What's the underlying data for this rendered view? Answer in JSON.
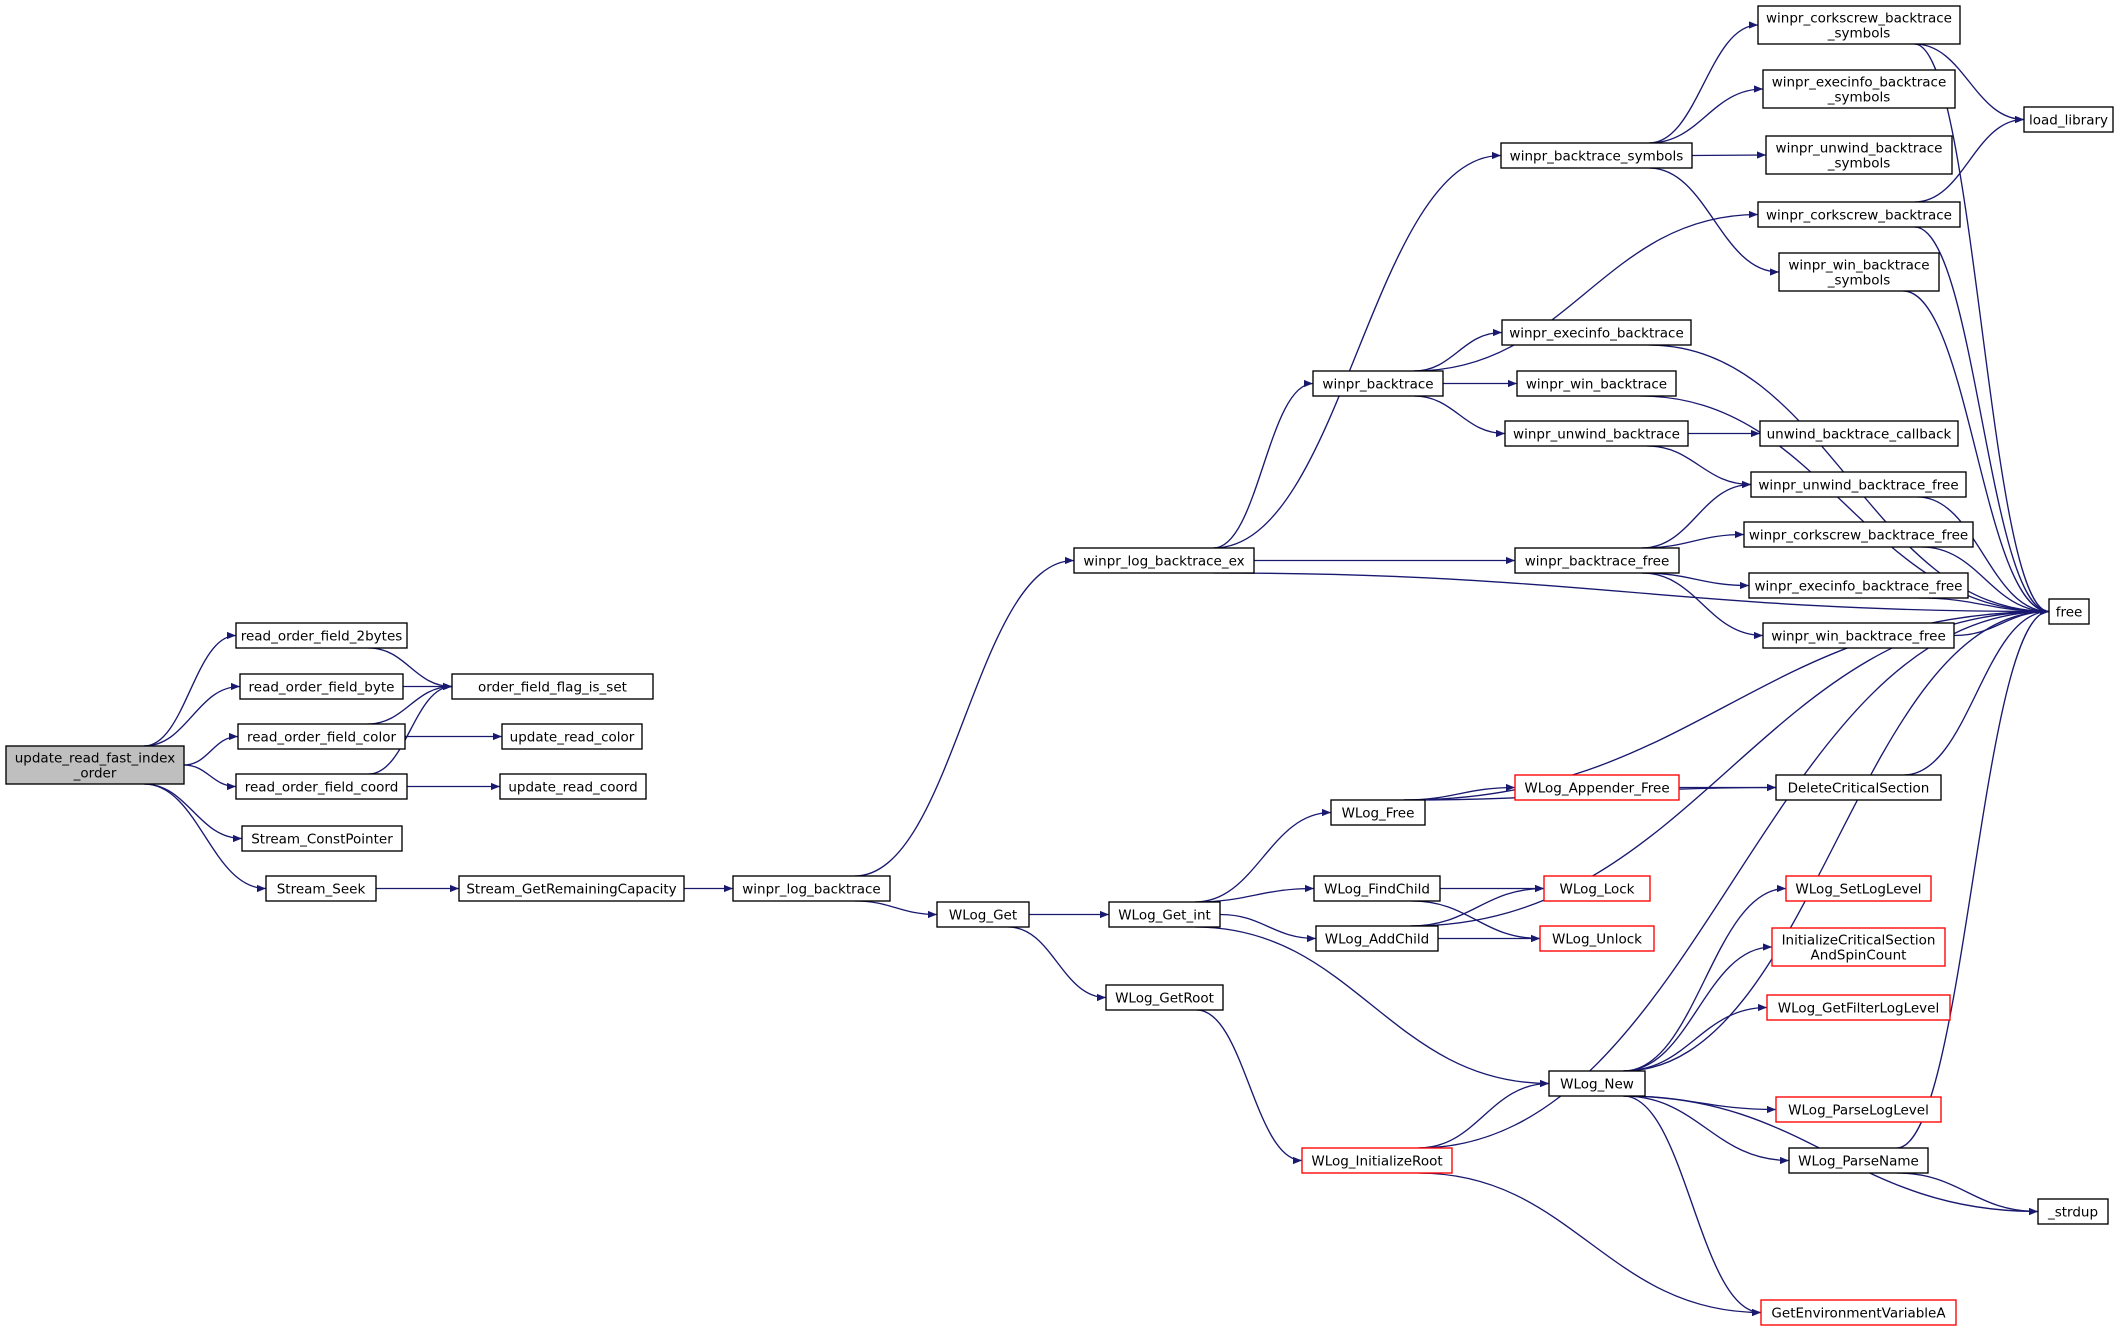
{
  "colors": {
    "edge": "#191970",
    "node_border": "#000000",
    "truncated_border": "#ff0000",
    "root_fill": "#bfbfbf",
    "background": "#ffffff"
  },
  "nodes": [
    {
      "id": "update_read_fast_index_order",
      "lines": [
        "update_read_fast_index",
        "_order"
      ],
      "style": "root"
    },
    {
      "id": "read_order_field_2bytes",
      "lines": [
        "read_order_field_2bytes"
      ],
      "style": "normal"
    },
    {
      "id": "read_order_field_byte",
      "lines": [
        "read_order_field_byte"
      ],
      "style": "normal"
    },
    {
      "id": "read_order_field_color",
      "lines": [
        "read_order_field_color"
      ],
      "style": "normal"
    },
    {
      "id": "read_order_field_coord",
      "lines": [
        "read_order_field_coord"
      ],
      "style": "normal"
    },
    {
      "id": "Stream_ConstPointer",
      "lines": [
        "Stream_ConstPointer"
      ],
      "style": "normal"
    },
    {
      "id": "Stream_Seek",
      "lines": [
        "Stream_Seek"
      ],
      "style": "normal"
    },
    {
      "id": "order_field_flag_is_set",
      "lines": [
        "order_field_flag_is_set"
      ],
      "style": "normal"
    },
    {
      "id": "update_read_color",
      "lines": [
        "update_read_color"
      ],
      "style": "normal"
    },
    {
      "id": "update_read_coord",
      "lines": [
        "update_read_coord"
      ],
      "style": "normal"
    },
    {
      "id": "Stream_GetRemainingCapacity",
      "lines": [
        "Stream_GetRemainingCapacity"
      ],
      "style": "normal"
    },
    {
      "id": "winpr_log_backtrace",
      "lines": [
        "winpr_log_backtrace"
      ],
      "style": "normal"
    },
    {
      "id": "winpr_log_backtrace_ex",
      "lines": [
        "winpr_log_backtrace_ex"
      ],
      "style": "normal"
    },
    {
      "id": "WLog_Get",
      "lines": [
        "WLog_Get"
      ],
      "style": "normal"
    },
    {
      "id": "WLog_Get_int",
      "lines": [
        "WLog_Get_int"
      ],
      "style": "normal"
    },
    {
      "id": "WLog_GetRoot",
      "lines": [
        "WLog_GetRoot"
      ],
      "style": "normal"
    },
    {
      "id": "winpr_backtrace",
      "lines": [
        "winpr_backtrace"
      ],
      "style": "normal"
    },
    {
      "id": "WLog_Free",
      "lines": [
        "WLog_Free"
      ],
      "style": "normal"
    },
    {
      "id": "WLog_FindChild",
      "lines": [
        "WLog_FindChild"
      ],
      "style": "normal"
    },
    {
      "id": "WLog_AddChild",
      "lines": [
        "WLog_AddChild"
      ],
      "style": "normal"
    },
    {
      "id": "WLog_InitializeRoot",
      "lines": [
        "WLog_InitializeRoot"
      ],
      "style": "red"
    },
    {
      "id": "winpr_backtrace_symbols",
      "lines": [
        "winpr_backtrace_symbols"
      ],
      "style": "normal"
    },
    {
      "id": "winpr_execinfo_backtrace",
      "lines": [
        "winpr_execinfo_backtrace"
      ],
      "style": "normal"
    },
    {
      "id": "winpr_win_backtrace",
      "lines": [
        "winpr_win_backtrace"
      ],
      "style": "normal"
    },
    {
      "id": "winpr_unwind_backtrace",
      "lines": [
        "winpr_unwind_backtrace"
      ],
      "style": "normal"
    },
    {
      "id": "winpr_backtrace_free",
      "lines": [
        "winpr_backtrace_free"
      ],
      "style": "normal"
    },
    {
      "id": "WLog_Appender_Free",
      "lines": [
        "WLog_Appender_Free"
      ],
      "style": "red"
    },
    {
      "id": "WLog_Lock",
      "lines": [
        "WLog_Lock"
      ],
      "style": "red"
    },
    {
      "id": "WLog_Unlock",
      "lines": [
        "WLog_Unlock"
      ],
      "style": "red"
    },
    {
      "id": "WLog_New",
      "lines": [
        "WLog_New"
      ],
      "style": "normal"
    },
    {
      "id": "winpr_corkscrew_backtrace_symbols",
      "lines": [
        "winpr_corkscrew_backtrace",
        "_symbols"
      ],
      "style": "normal"
    },
    {
      "id": "winpr_execinfo_backtrace_symbols",
      "lines": [
        "winpr_execinfo_backtrace",
        "_symbols"
      ],
      "style": "normal"
    },
    {
      "id": "winpr_unwind_backtrace_symbols",
      "lines": [
        "winpr_unwind_backtrace",
        "_symbols"
      ],
      "style": "normal"
    },
    {
      "id": "winpr_corkscrew_backtrace",
      "lines": [
        "winpr_corkscrew_backtrace"
      ],
      "style": "normal"
    },
    {
      "id": "winpr_win_backtrace_symbols",
      "lines": [
        "winpr_win_backtrace",
        "_symbols"
      ],
      "style": "normal"
    },
    {
      "id": "unwind_backtrace_callback",
      "lines": [
        "unwind_backtrace_callback"
      ],
      "style": "normal"
    },
    {
      "id": "winpr_unwind_backtrace_free",
      "lines": [
        "winpr_unwind_backtrace_free"
      ],
      "style": "normal"
    },
    {
      "id": "winpr_corkscrew_backtrace_free",
      "lines": [
        "winpr_corkscrew_backtrace_free"
      ],
      "style": "normal"
    },
    {
      "id": "winpr_execinfo_backtrace_free",
      "lines": [
        "winpr_execinfo_backtrace_free"
      ],
      "style": "normal"
    },
    {
      "id": "winpr_win_backtrace_free",
      "lines": [
        "winpr_win_backtrace_free"
      ],
      "style": "normal"
    },
    {
      "id": "DeleteCriticalSection",
      "lines": [
        "DeleteCriticalSection"
      ],
      "style": "normal"
    },
    {
      "id": "WLog_SetLogLevel",
      "lines": [
        "WLog_SetLogLevel"
      ],
      "style": "red"
    },
    {
      "id": "InitializeCriticalSectionAndSpinCount",
      "lines": [
        "InitializeCriticalSection",
        "AndSpinCount"
      ],
      "style": "red"
    },
    {
      "id": "WLog_GetFilterLogLevel",
      "lines": [
        "WLog_GetFilterLogLevel"
      ],
      "style": "red"
    },
    {
      "id": "WLog_ParseLogLevel",
      "lines": [
        "WLog_ParseLogLevel"
      ],
      "style": "red"
    },
    {
      "id": "WLog_ParseName",
      "lines": [
        "WLog_ParseName"
      ],
      "style": "normal"
    },
    {
      "id": "GetEnvironmentVariableA",
      "lines": [
        "GetEnvironmentVariableA"
      ],
      "style": "red"
    },
    {
      "id": "load_library",
      "lines": [
        "load_library"
      ],
      "style": "normal"
    },
    {
      "id": "free",
      "lines": [
        "free"
      ],
      "style": "normal"
    },
    {
      "id": "_strdup",
      "lines": [
        "_strdup"
      ],
      "style": "normal"
    }
  ],
  "edges": [
    [
      "update_read_fast_index_order",
      "read_order_field_2bytes"
    ],
    [
      "update_read_fast_index_order",
      "read_order_field_byte"
    ],
    [
      "update_read_fast_index_order",
      "read_order_field_color"
    ],
    [
      "update_read_fast_index_order",
      "read_order_field_coord"
    ],
    [
      "update_read_fast_index_order",
      "Stream_ConstPointer"
    ],
    [
      "update_read_fast_index_order",
      "Stream_Seek"
    ],
    [
      "read_order_field_2bytes",
      "order_field_flag_is_set"
    ],
    [
      "read_order_field_byte",
      "order_field_flag_is_set"
    ],
    [
      "read_order_field_color",
      "order_field_flag_is_set"
    ],
    [
      "read_order_field_color",
      "update_read_color"
    ],
    [
      "read_order_field_coord",
      "order_field_flag_is_set"
    ],
    [
      "read_order_field_coord",
      "update_read_coord"
    ],
    [
      "Stream_Seek",
      "Stream_GetRemainingCapacity"
    ],
    [
      "Stream_GetRemainingCapacity",
      "winpr_log_backtrace"
    ],
    [
      "winpr_log_backtrace",
      "winpr_log_backtrace_ex"
    ],
    [
      "winpr_log_backtrace",
      "WLog_Get"
    ],
    [
      "winpr_log_backtrace_ex",
      "winpr_backtrace_symbols"
    ],
    [
      "winpr_log_backtrace_ex",
      "winpr_backtrace"
    ],
    [
      "winpr_log_backtrace_ex",
      "winpr_backtrace_free"
    ],
    [
      "winpr_log_backtrace_ex",
      "free"
    ],
    [
      "winpr_backtrace_symbols",
      "winpr_corkscrew_backtrace_symbols"
    ],
    [
      "winpr_backtrace_symbols",
      "winpr_execinfo_backtrace_symbols"
    ],
    [
      "winpr_backtrace_symbols",
      "winpr_unwind_backtrace_symbols"
    ],
    [
      "winpr_backtrace_symbols",
      "winpr_win_backtrace_symbols"
    ],
    [
      "winpr_corkscrew_backtrace_symbols",
      "load_library"
    ],
    [
      "winpr_corkscrew_backtrace_symbols",
      "free"
    ],
    [
      "winpr_backtrace",
      "winpr_corkscrew_backtrace"
    ],
    [
      "winpr_backtrace",
      "winpr_execinfo_backtrace"
    ],
    [
      "winpr_backtrace",
      "winpr_win_backtrace"
    ],
    [
      "winpr_backtrace",
      "winpr_unwind_backtrace"
    ],
    [
      "winpr_corkscrew_backtrace",
      "load_library"
    ],
    [
      "winpr_corkscrew_backtrace",
      "free"
    ],
    [
      "winpr_win_backtrace_symbols",
      "free"
    ],
    [
      "winpr_execinfo_backtrace",
      "free"
    ],
    [
      "winpr_win_backtrace",
      "free"
    ],
    [
      "winpr_unwind_backtrace",
      "unwind_backtrace_callback"
    ],
    [
      "winpr_unwind_backtrace",
      "winpr_unwind_backtrace_free"
    ],
    [
      "winpr_backtrace_free",
      "winpr_unwind_backtrace_free"
    ],
    [
      "winpr_backtrace_free",
      "winpr_corkscrew_backtrace_free"
    ],
    [
      "winpr_backtrace_free",
      "winpr_execinfo_backtrace_free"
    ],
    [
      "winpr_backtrace_free",
      "winpr_win_backtrace_free"
    ],
    [
      "winpr_unwind_backtrace_free",
      "free"
    ],
    [
      "winpr_corkscrew_backtrace_free",
      "free"
    ],
    [
      "winpr_execinfo_backtrace_free",
      "free"
    ],
    [
      "winpr_win_backtrace_free",
      "free"
    ],
    [
      "WLog_Get",
      "WLog_Get_int"
    ],
    [
      "WLog_Get",
      "WLog_GetRoot"
    ],
    [
      "WLog_Get_int",
      "WLog_Free"
    ],
    [
      "WLog_Get_int",
      "WLog_FindChild"
    ],
    [
      "WLog_Get_int",
      "WLog_AddChild"
    ],
    [
      "WLog_Get_int",
      "WLog_New"
    ],
    [
      "WLog_Free",
      "free"
    ],
    [
      "WLog_Free",
      "WLog_Appender_Free"
    ],
    [
      "WLog_Free",
      "DeleteCriticalSection"
    ],
    [
      "WLog_Appender_Free",
      "DeleteCriticalSection"
    ],
    [
      "DeleteCriticalSection",
      "free"
    ],
    [
      "WLog_FindChild",
      "WLog_Lock"
    ],
    [
      "WLog_FindChild",
      "WLog_Unlock"
    ],
    [
      "WLog_AddChild",
      "WLog_Lock"
    ],
    [
      "WLog_AddChild",
      "WLog_Unlock"
    ],
    [
      "WLog_AddChild",
      "free"
    ],
    [
      "WLog_GetRoot",
      "WLog_InitializeRoot"
    ],
    [
      "WLog_InitializeRoot",
      "WLog_New"
    ],
    [
      "WLog_InitializeRoot",
      "free"
    ],
    [
      "WLog_InitializeRoot",
      "GetEnvironmentVariableA"
    ],
    [
      "WLog_New",
      "WLog_SetLogLevel"
    ],
    [
      "WLog_New",
      "InitializeCriticalSectionAndSpinCount"
    ],
    [
      "WLog_New",
      "WLog_GetFilterLogLevel"
    ],
    [
      "WLog_New",
      "WLog_ParseLogLevel"
    ],
    [
      "WLog_New",
      "WLog_ParseName"
    ],
    [
      "WLog_New",
      "free"
    ],
    [
      "WLog_New",
      "_strdup"
    ],
    [
      "WLog_New",
      "GetEnvironmentVariableA"
    ],
    [
      "WLog_ParseName",
      "free"
    ],
    [
      "WLog_ParseName",
      "_strdup"
    ]
  ]
}
